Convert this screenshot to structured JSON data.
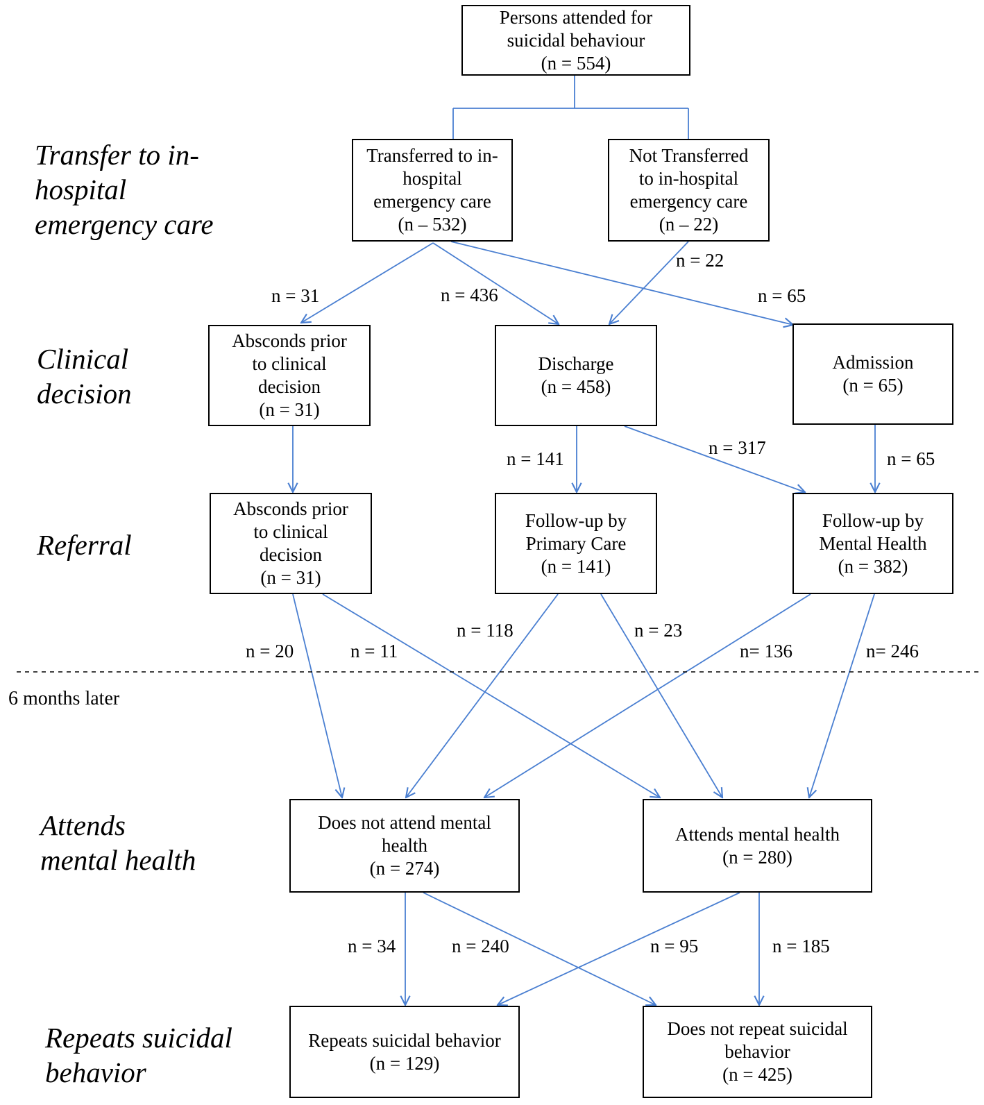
{
  "colors": {
    "arrow": "#4a7fd1",
    "box_border": "#000000",
    "divider": "#000000"
  },
  "stages": {
    "transfer": [
      "Transfer to in-",
      "hospital",
      "emergency care"
    ],
    "clinical": [
      "Clinical",
      "decision"
    ],
    "referral": [
      "Referral"
    ],
    "attends": [
      "Attends",
      "mental health"
    ],
    "repeats": [
      "Repeats suicidal",
      "behavior"
    ]
  },
  "boxes": {
    "persons": [
      "Persons attended for",
      "suicidal behaviour",
      "(n = 554)"
    ],
    "transferred": [
      "Transferred to in-",
      "hospital",
      "emergency care",
      "(n – 532)"
    ],
    "not_transferred": [
      "Not Transferred",
      "to in-hospital",
      "emergency care",
      "(n – 22)"
    ],
    "absconds_clinical": [
      "Absconds prior",
      "to clinical",
      "decision",
      "(n = 31)"
    ],
    "discharge": [
      "Discharge",
      "(n = 458)"
    ],
    "admission": [
      "Admission",
      "(n = 65)"
    ],
    "absconds_referral": [
      "Absconds prior",
      "to clinical",
      "decision",
      "(n = 31)"
    ],
    "primary_care": [
      "Follow-up by",
      "Primary Care",
      "(n = 141)"
    ],
    "mental_health_fu": [
      "Follow-up by",
      "Mental Health",
      "(n = 382)"
    ],
    "not_attend": [
      "Does not attend mental",
      "health",
      "(n = 274)"
    ],
    "attends": [
      "Attends mental health",
      "(n = 280)"
    ],
    "repeats": [
      "Repeats suicidal behavior",
      "(n = 129)"
    ],
    "not_repeat": [
      "Does not repeat suicidal",
      "behavior",
      "(n = 425)"
    ]
  },
  "flow_labels": {
    "n22": "n = 22",
    "n31": "n = 31",
    "n436": "n = 436",
    "n65a": "n = 65",
    "n141": "n = 141",
    "n317": "n = 317",
    "n65b": "n = 65",
    "n20": "n = 20",
    "n11": "n = 11",
    "n118": "n = 118",
    "n23": "n = 23",
    "n136": "n= 136",
    "n246": "n= 246",
    "n34": "n = 34",
    "n240": "n = 240",
    "n95": "n = 95",
    "n185": "n = 185"
  },
  "timeline_note": "6 months later"
}
